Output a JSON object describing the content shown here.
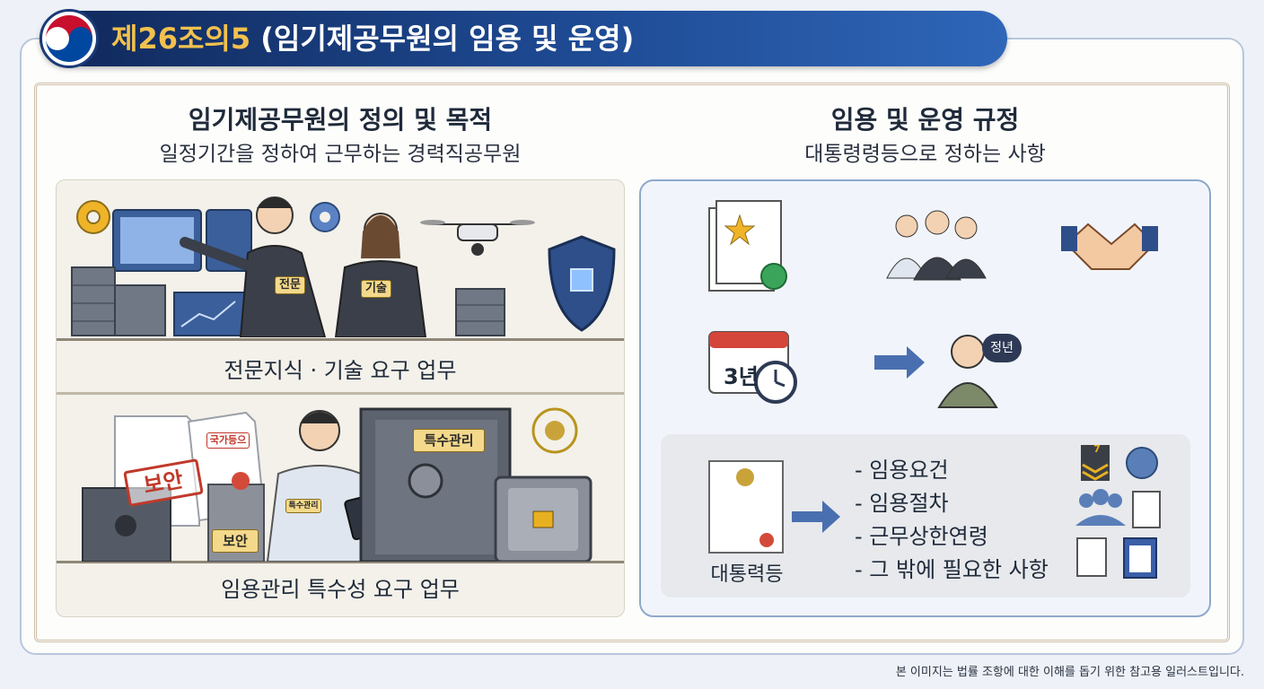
{
  "header": {
    "title_article": "제26조의5",
    "title_rest": " (임기제공무원의 임용 및 운영)"
  },
  "left_section": {
    "heading": "임기제공무원의 정의 및 목적",
    "subheading": "일정기간을 정하여 근무하는 경력직공무원",
    "panel_top": {
      "caption": "전문지식 · 기술 요구 업무",
      "badge_expert": "전문",
      "badge_tech": "기술"
    },
    "panel_bottom": {
      "caption": "임용관리 특수성 요구 업무",
      "doc_label": "국가등으",
      "stamp": "보안",
      "label_security": "보안",
      "badge_worker": "특수관리",
      "vault_label": "특수관리"
    }
  },
  "right_section": {
    "heading": "임용 및 운영 규정",
    "subheading": "대통령령등으로 정하는 사항",
    "calendar_label": "3년",
    "retire_badge": "정년",
    "regulation_doc_label": "대통력등",
    "regulation_items": [
      "- 임용요건",
      "- 임용절차",
      "- 근무상한연령",
      "- 그 밖에 필요한 사항"
    ],
    "rank_badge": "7"
  },
  "footnote": "본 이미지는 법률 조항에 대한 이해를 돕기 위한 참고용 일러스트입니다.",
  "colors": {
    "title_bar": "#1e4a93",
    "title_gold": "#f2c14e",
    "panel_border": "#8ea8cc",
    "arrow": "#4a6fb0"
  }
}
